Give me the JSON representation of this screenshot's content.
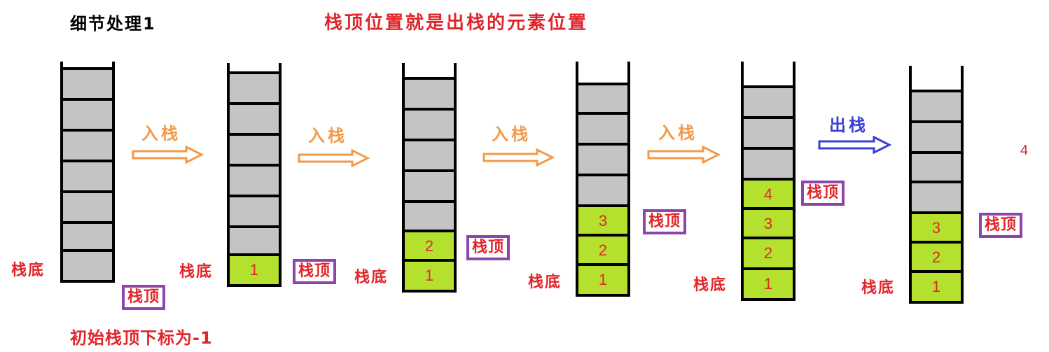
{
  "titles": {
    "section": "细节处理1",
    "main": "栈顶位置就是出栈的元素位置"
  },
  "note": "初始栈顶下标为-1",
  "labels": {
    "bottom": "栈底",
    "top": "栈顶",
    "push": "入栈",
    "pop": "出栈"
  },
  "colors": {
    "red": "#e0262b",
    "push_arrow": "#f39a4a",
    "pop_arrow": "#3a3fd4",
    "top_box_border": "#8e44ad",
    "empty_slot": "#c4c4c4",
    "filled_slot": "#b4e12e"
  },
  "stacks": [
    {
      "filled": []
    },
    {
      "filled": [
        "1"
      ]
    },
    {
      "filled": [
        "1",
        "2"
      ]
    },
    {
      "filled": [
        "1",
        "2",
        "3"
      ]
    },
    {
      "filled": [
        "1",
        "2",
        "3",
        "4"
      ]
    },
    {
      "filled": [
        "1",
        "2",
        "3"
      ]
    }
  ],
  "popped_value": "4"
}
